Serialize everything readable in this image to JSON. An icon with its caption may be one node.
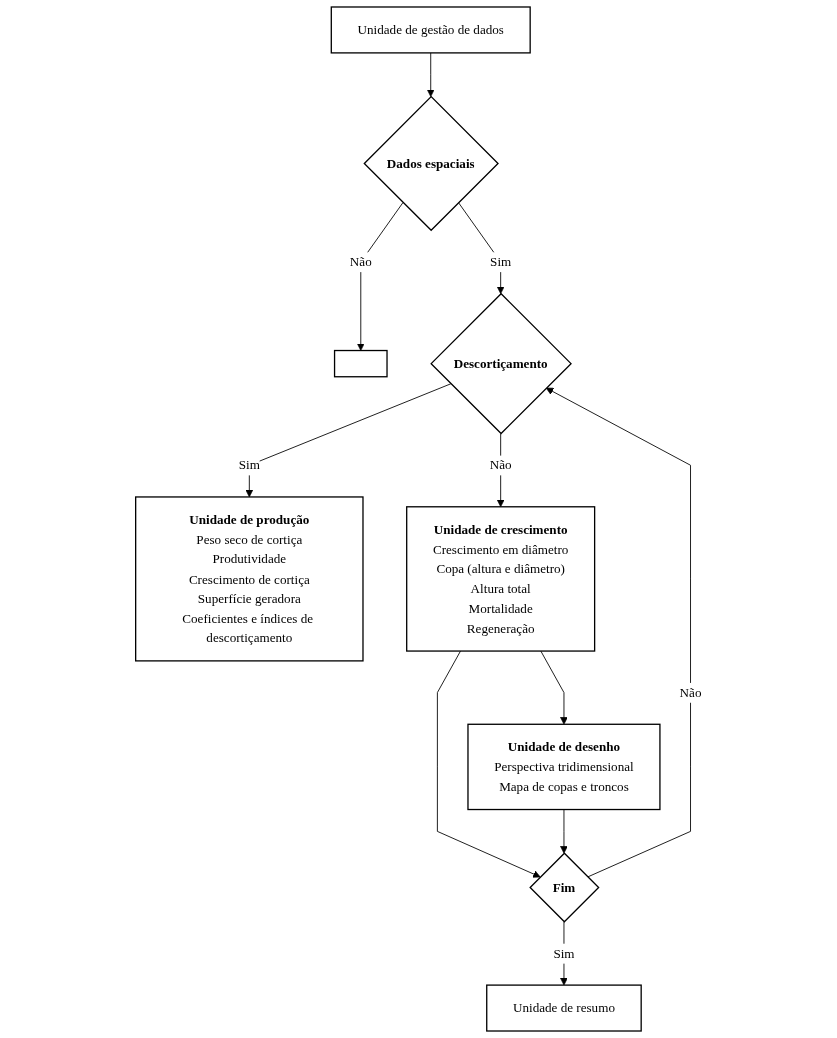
{
  "diagram": {
    "nodes": [
      {
        "text": [
          "Unidade de gestão de dados"
        ]
      },
      {
        "text": [
          "Dados espaciais"
        ]
      },
      {
        "text": [],
        "shape": "box"
      },
      {
        "text": [
          "Descortiçamento"
        ]
      },
      {
        "text": [
          "Unidade de produção",
          "Peso seco de cortiça",
          "Produtividade",
          "Crescimento de cortiça",
          "Superfície geradora",
          "Coeficientes e índices de descortiçamento"
        ]
      },
      {
        "text": [
          "Unidade de crescimento",
          "Crescimento em diâmetro",
          "Copa (altura e diâmetro)",
          "Altura total",
          "Mortalidade",
          "Regeneração"
        ]
      },
      {
        "text": [
          "Unidade de desenho",
          "Perspectiva tridimensional",
          "Mapa de copas e troncos"
        ]
      },
      {
        "text": [
          "Fim"
        ]
      },
      {
        "text": [
          "Unidade de resumo"
        ]
      }
    ],
    "edges": [
      {
        "from": 0,
        "to": 1,
        "arrow": "to"
      },
      {
        "from": 1,
        "to": 2,
        "label": "Não",
        "arrow": "to"
      },
      {
        "from": 1,
        "to": 3,
        "label": "Sim",
        "arrow": "to"
      },
      {
        "from": 3,
        "to": 4,
        "label": "Sim",
        "arrow": "to"
      },
      {
        "from": 3,
        "to": 5,
        "label": "Não",
        "arrow": "to"
      },
      {
        "from": 5,
        "to": 6,
        "arrow": "to"
      },
      {
        "from": 5,
        "to": 7,
        "arrow": "to"
      },
      {
        "from": 6,
        "to": 7,
        "arrow": "to"
      },
      {
        "from": 7,
        "to": 3,
        "label": "Não",
        "arrow": "to"
      },
      {
        "from": 7,
        "to": 8,
        "label": "Sim",
        "arrow": "to"
      }
    ]
  }
}
